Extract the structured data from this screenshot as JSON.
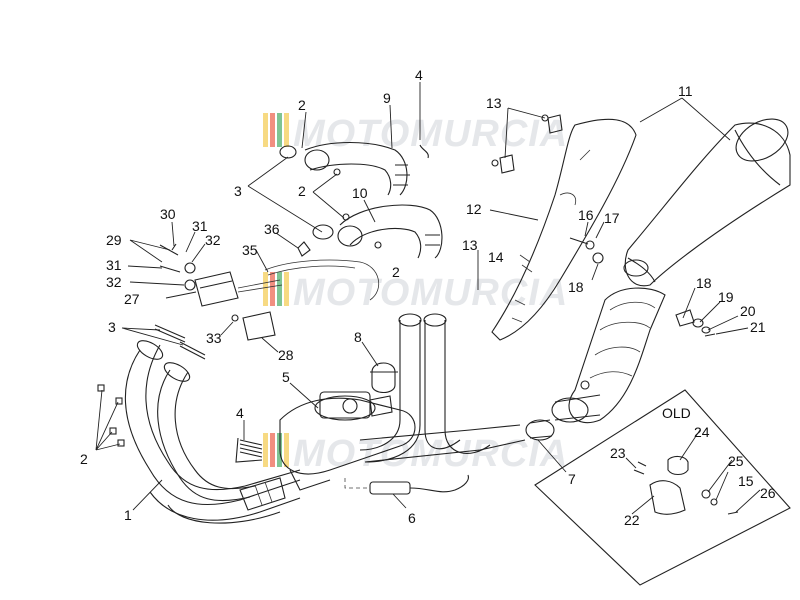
{
  "watermark": {
    "text": "MOTOMURCIA",
    "stripe_colors": [
      "#f2c230",
      "#e8452c",
      "#2a9d4b",
      "#f2c230"
    ]
  },
  "labels": [
    {
      "id": "lbl-1",
      "text": "1"
    },
    {
      "id": "lbl-2a",
      "text": "2"
    },
    {
      "id": "lbl-2b",
      "text": "2"
    },
    {
      "id": "lbl-2c",
      "text": "2"
    },
    {
      "id": "lbl-2d",
      "text": "2"
    },
    {
      "id": "lbl-3a",
      "text": "3"
    },
    {
      "id": "lbl-3b",
      "text": "3"
    },
    {
      "id": "lbl-4a",
      "text": "4"
    },
    {
      "id": "lbl-4b",
      "text": "4"
    },
    {
      "id": "lbl-5",
      "text": "5"
    },
    {
      "id": "lbl-6",
      "text": "6"
    },
    {
      "id": "lbl-7",
      "text": "7"
    },
    {
      "id": "lbl-8",
      "text": "8"
    },
    {
      "id": "lbl-9",
      "text": "9"
    },
    {
      "id": "lbl-10",
      "text": "10"
    },
    {
      "id": "lbl-11",
      "text": "11"
    },
    {
      "id": "lbl-12",
      "text": "12"
    },
    {
      "id": "lbl-13a",
      "text": "13"
    },
    {
      "id": "lbl-13b",
      "text": "13"
    },
    {
      "id": "lbl-14",
      "text": "14"
    },
    {
      "id": "lbl-15",
      "text": "15"
    },
    {
      "id": "lbl-16",
      "text": "16"
    },
    {
      "id": "lbl-17",
      "text": "17"
    },
    {
      "id": "lbl-18a",
      "text": "18"
    },
    {
      "id": "lbl-18b",
      "text": "18"
    },
    {
      "id": "lbl-19",
      "text": "19"
    },
    {
      "id": "lbl-20",
      "text": "20"
    },
    {
      "id": "lbl-21",
      "text": "21"
    },
    {
      "id": "lbl-22",
      "text": "22"
    },
    {
      "id": "lbl-23",
      "text": "23"
    },
    {
      "id": "lbl-24",
      "text": "24"
    },
    {
      "id": "lbl-25",
      "text": "25"
    },
    {
      "id": "lbl-26",
      "text": "26"
    },
    {
      "id": "lbl-27",
      "text": "27"
    },
    {
      "id": "lbl-28",
      "text": "28"
    },
    {
      "id": "lbl-29",
      "text": "29"
    },
    {
      "id": "lbl-30",
      "text": "30"
    },
    {
      "id": "lbl-31a",
      "text": "31"
    },
    {
      "id": "lbl-31b",
      "text": "31"
    },
    {
      "id": "lbl-32a",
      "text": "32"
    },
    {
      "id": "lbl-32b",
      "text": "32"
    },
    {
      "id": "lbl-33",
      "text": "33"
    },
    {
      "id": "lbl-35",
      "text": "35"
    },
    {
      "id": "lbl-36",
      "text": "36"
    },
    {
      "id": "lbl-old",
      "text": "OLD"
    }
  ]
}
